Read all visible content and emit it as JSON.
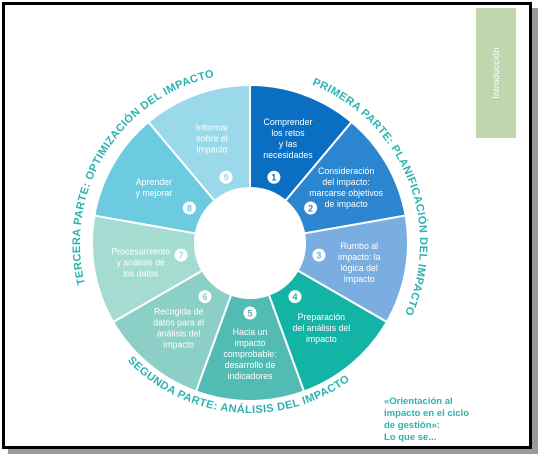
{
  "side_tab": {
    "label": "Introducción"
  },
  "arc_labels": {
    "first": "PRIMERA PARTE: PLANIFICACIÓN DEL IMPACTO",
    "second": "SEGUNDA PARTE: ANÁLISIS DEL IMPACTO",
    "third": "TERCERA PARTE: OPTIMIZACIÓN DEL IMPACTO"
  },
  "colors": {
    "arc_text": "#2bb3b1",
    "side_tab": "#bfd6ae",
    "quote": "#2bb3b1"
  },
  "segments": [
    {
      "number": "1",
      "lines": [
        "Comprender",
        "los retos",
        "y las",
        "necesidades"
      ],
      "color": "#0a6fc2"
    },
    {
      "number": "2",
      "lines": [
        "Consideración",
        "del impacto:",
        "marcarse objetivos",
        "de impacto"
      ],
      "color": "#2b86cf"
    },
    {
      "number": "3",
      "lines": [
        "Rumbo al",
        "impacto: la",
        "lógica del",
        "impacto"
      ],
      "color": "#7aaee0"
    },
    {
      "number": "4",
      "lines": [
        "Preparación",
        "del análisis del",
        "impacto"
      ],
      "color": "#13b4a6"
    },
    {
      "number": "5",
      "lines": [
        "Hacia un",
        "impacto",
        "comprobable:",
        "desarrollo de",
        "indicadores"
      ],
      "color": "#52bcb4"
    },
    {
      "number": "6",
      "lines": [
        "Recogida de",
        "datos para el",
        "análisis del",
        "impacto"
      ],
      "color": "#8bcfc6"
    },
    {
      "number": "7",
      "lines": [
        "Procesamiento",
        "y análisis de",
        "los datos"
      ],
      "color": "#a4dcd1"
    },
    {
      "number": "8",
      "lines": [
        "Aprender",
        "y mejorar"
      ],
      "color": "#6ccbe0"
    },
    {
      "number": "9",
      "lines": [
        "Informar",
        "sobre el",
        "impacto"
      ],
      "color": "#9ad9ea"
    }
  ],
  "quote": {
    "lines": [
      "«Orientación al",
      "impacto en el ciclo",
      "de gestión»:",
      "Lo que se..."
    ]
  }
}
